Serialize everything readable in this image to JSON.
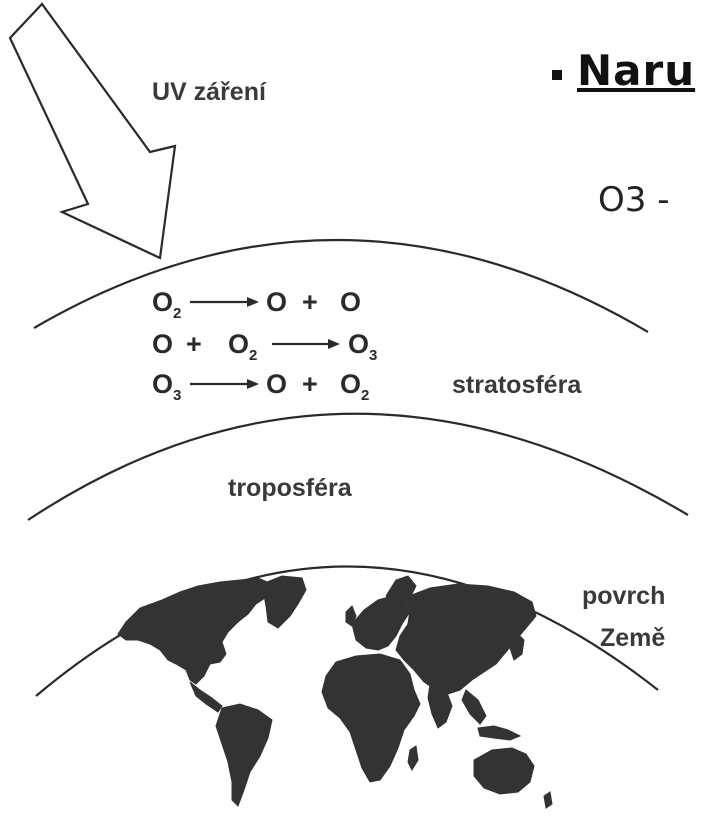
{
  "diagram": {
    "uv_label": "UV záření",
    "reactions": [
      {
        "parts": [
          "O",
          "2",
          "→",
          "O",
          "+",
          "O"
        ]
      },
      {
        "parts": [
          "O",
          "+",
          "O",
          "2",
          "→",
          "O",
          "3"
        ]
      },
      {
        "parts": [
          "O",
          "3",
          "→",
          "O",
          "+",
          "O",
          "2"
        ]
      }
    ],
    "layer_labels": {
      "stratosphere": "stratosféra",
      "troposphere": "troposféra",
      "surface_line1": "povrch",
      "surface_line2": "Země"
    }
  },
  "slide": {
    "heading": "Naru",
    "text": "O3 -"
  },
  "colors": {
    "ink": "#2a2a2a",
    "land": "#333333",
    "background": "#ffffff"
  }
}
